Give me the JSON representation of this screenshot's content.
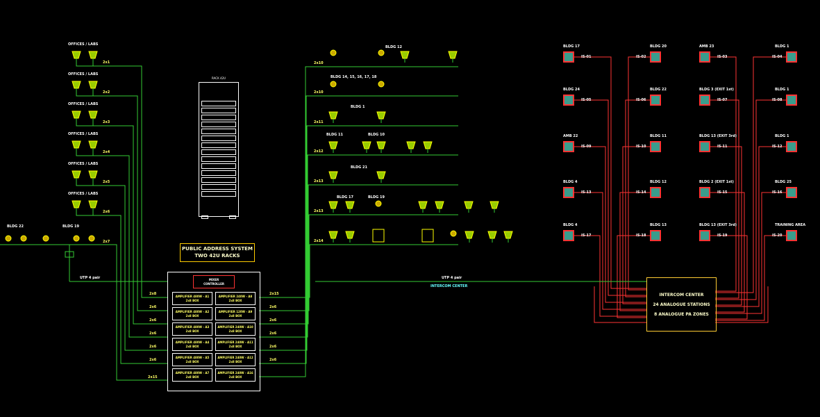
{
  "title": {
    "line1": "PUBLIC ADDRESS SYSTEM",
    "line2": "TWO 42U RACKS"
  },
  "rack_label": "RACK 42U",
  "pa_header": {
    "line1": "MIXER",
    "line2": "CONTROLLER"
  },
  "amplifiers_left": [
    {
      "line1": "AMPLIFIER 480W - A1",
      "line2": "2x8 BOX"
    },
    {
      "line1": "AMPLIFIER 480W - A2",
      "line2": "2x8 BOX"
    },
    {
      "line1": "AMPLIFIER 480W - A3",
      "line2": "2x8 BOX"
    },
    {
      "line1": "AMPLIFIER 480W - A4",
      "line2": "2x8 BOX"
    },
    {
      "line1": "AMPLIFIER 480W - A5",
      "line2": "2x8 BOX"
    },
    {
      "line1": "AMPLIFIER 480W - A7",
      "line2": "2x8 BOX"
    }
  ],
  "amplifiers_right": [
    {
      "line1": "AMPLIFIER 240W - A8",
      "line2": "2x8 BOX"
    },
    {
      "line1": "AMPLIFIER 120W - A9",
      "line2": "2x8 BOX"
    },
    {
      "line1": "AMPLIFIER 240W - A10",
      "line2": "2x8 BOX"
    },
    {
      "line1": "AMPLIFIER 240W - A11",
      "line2": "2x8 BOX"
    },
    {
      "line1": "AMPLIFIER 240W - A12",
      "line2": "2x8 BOX"
    },
    {
      "line1": "AMPLIFIER 240W - A16",
      "line2": "2x8 BOX"
    }
  ],
  "intercom": {
    "line1": "INTERCOM CENTER",
    "line2": "24 ANALOGUE STATIONS",
    "line3": "8 ANALOGUE PA ZONES"
  },
  "left_zone_label": "OFFICES / LABS",
  "left_cable_labels": [
    "2x1",
    "2x2",
    "2x3",
    "2x4",
    "2x5",
    "2x6",
    "2x7"
  ],
  "pa_left_taps": [
    "2x8",
    "2x6",
    "2x6",
    "2x6",
    "2x6",
    "2x6"
  ],
  "pa_right_taps": [
    "2x15",
    "2x6",
    "2x6",
    "2x6",
    "2x6",
    "2x6"
  ],
  "pa_bottom_left": "2x15",
  "right_cable_labels": [
    "2x10",
    "2x10",
    "2x11",
    "2x12",
    "2x13",
    "2x13",
    "2x14"
  ],
  "right_top_labels": [
    "BLDG 12",
    "BLDG 14, 15, 16, 17, 18",
    "BLDG 1",
    "BLDG 11",
    "BLDG 10",
    "BLDG 21",
    "BLDG 17",
    "BLDG 19"
  ],
  "bottom_left_labels": {
    "a": "BLDG 22",
    "b": "BLDG 19",
    "utp": "UTP 4 pair",
    "utp2": "UTP 4 pair",
    "intercom_center": "INTERCOM CENTER"
  },
  "intercom_stations": [
    [
      "BLDG 17",
      "BLDG 20",
      "AMB 23",
      "BLDG 1"
    ],
    [
      "BLDG 24",
      "BLDG 22",
      "BLDG 3 (EXIT 1st)",
      "BLDG 1"
    ],
    [
      "AMB 22",
      "BLDG 11",
      "BLDG 13 (EXIT 3rd)",
      "BLDG 1"
    ],
    [
      "BLDG 4",
      "BLDG 12",
      "BLDG 2 (EXIT 1st)",
      "BLDG 25"
    ],
    [
      "BLDG 4",
      "BLDG 13",
      "BLDG 13 (EXIT 3rd)",
      "TRAINING AREA"
    ]
  ],
  "intercom_codes": [
    [
      "IS-01",
      "IS-02",
      "IS-03",
      "IS-04"
    ],
    [
      "IS-05",
      "IS-06",
      "IS-07",
      "IS-08"
    ],
    [
      "IS-09",
      "IS-10",
      "IS-11",
      "IS-12"
    ],
    [
      "IS-13",
      "IS-14",
      "IS-15",
      "IS-16"
    ],
    [
      "IS-17",
      "IS-18",
      "IS-19",
      "IS-20"
    ]
  ],
  "colors": {
    "cable": "#33cc33",
    "intercom": "#ff3333",
    "speaker": "#ffff00",
    "background": "#000000"
  }
}
